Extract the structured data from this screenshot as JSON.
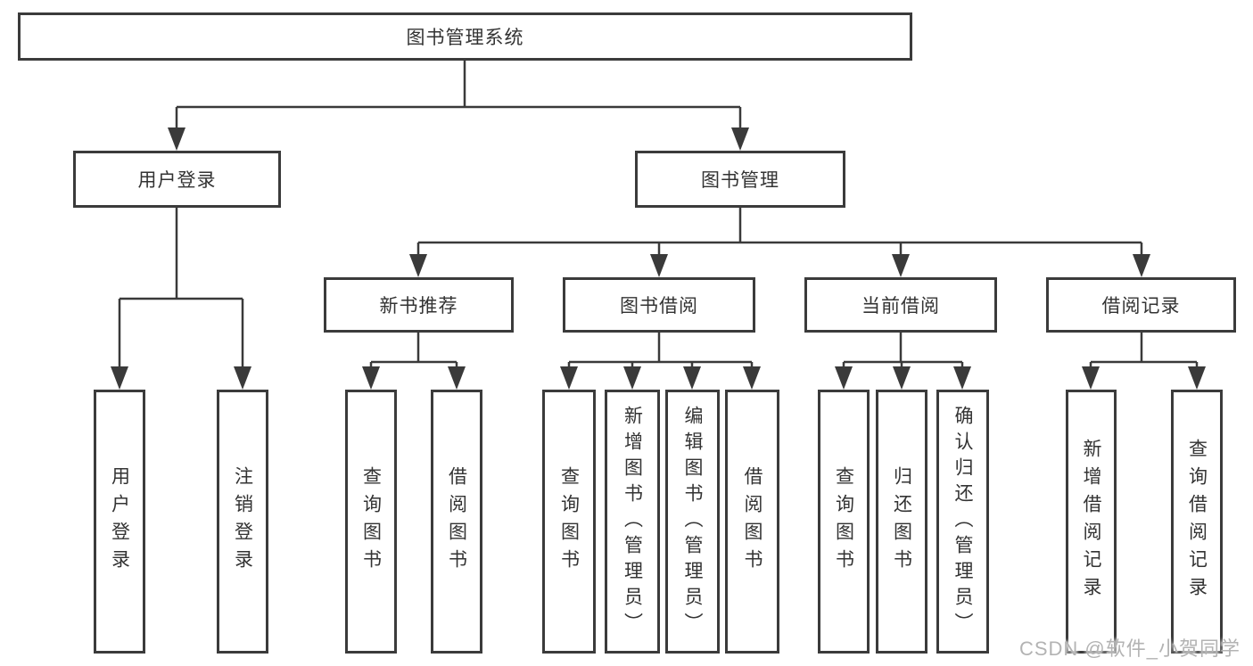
{
  "diagram": {
    "root": {
      "label": "图书管理系统"
    },
    "level2": [
      {
        "label": "用户登录"
      },
      {
        "label": "图书管理"
      }
    ],
    "level3": [
      {
        "label": "新书推荐"
      },
      {
        "label": "图书借阅"
      },
      {
        "label": "当前借阅"
      },
      {
        "label": "借阅记录"
      }
    ],
    "leaves": {
      "user_login": [
        {
          "label": "用户登录"
        },
        {
          "label": "注销登录"
        }
      ],
      "new_books": [
        {
          "label": "查询图书"
        },
        {
          "label": "借阅图书"
        }
      ],
      "book_borrow": [
        {
          "label": "查询图书"
        },
        {
          "label": "新增图书（管理员）"
        },
        {
          "label": "编辑图书（管理员）"
        },
        {
          "label": "借阅图书"
        }
      ],
      "current_borrow": [
        {
          "label": "查询图书"
        },
        {
          "label": "归还图书"
        },
        {
          "label": "确认归还（管理员）"
        }
      ],
      "borrow_records": [
        {
          "label": "新增借阅记录"
        },
        {
          "label": "查询借阅记录"
        }
      ]
    }
  },
  "watermark": "CSDN @软件_小贺同学",
  "colors": {
    "line": "#3a3a3a",
    "box_border": "#3b3b3b",
    "text": "#333333",
    "watermark": "#b3b3b3",
    "background": "#ffffff"
  }
}
